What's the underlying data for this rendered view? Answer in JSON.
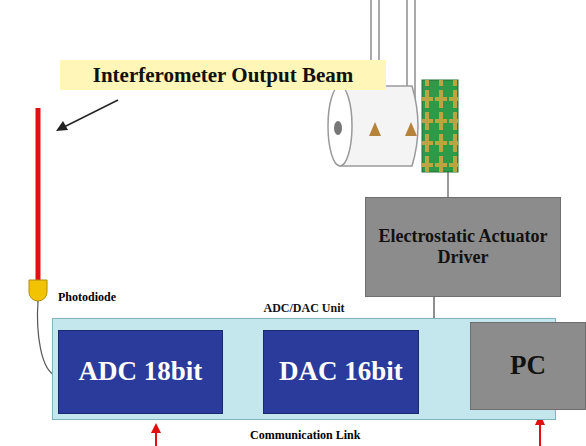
{
  "diagram": {
    "nodes": [
      {
        "text": [
          "Interferometer Output Beam"
        ]
      },
      {
        "text": [
          "Electrostatic Actuator Driver"
        ]
      },
      {
        "text": [
          "ADC/DAC Unit"
        ]
      },
      {
        "text": [
          "ADC 18bit"
        ],
        "in": 2
      },
      {
        "text": [
          "DAC 16bit"
        ],
        "in": 2
      },
      {
        "text": [
          "PC"
        ]
      }
    ],
    "edges": [
      {
        "from": 4,
        "to": 1,
        "arrow": "none"
      }
    ],
    "labels": [
      "Photodiode",
      "Communication Link"
    ]
  }
}
